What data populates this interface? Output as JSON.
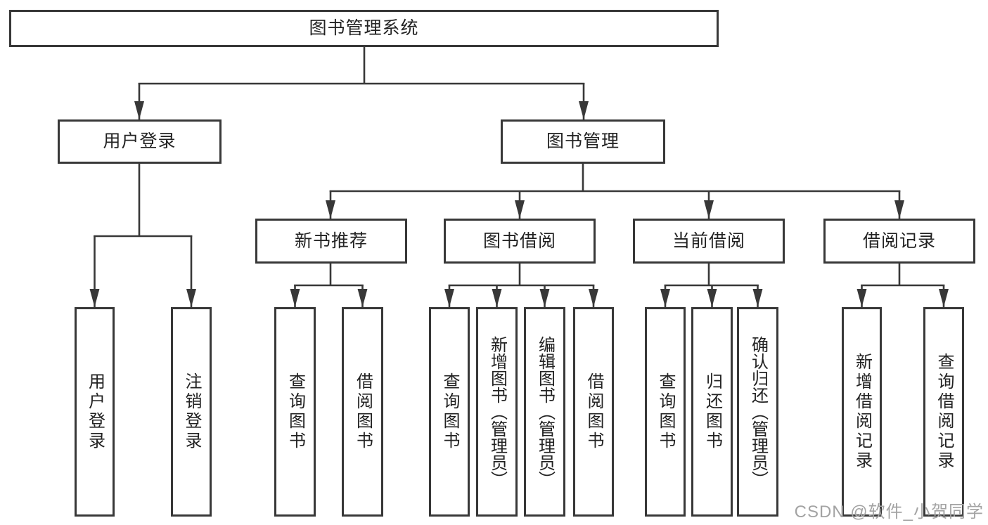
{
  "tree": {
    "root": {
      "label": "图书管理系统",
      "children": [
        {
          "label": "用户登录",
          "children": [
            {
              "label": "用户登录"
            },
            {
              "label": "注销登录"
            }
          ]
        },
        {
          "label": "图书管理",
          "children": [
            {
              "label": "新书推荐",
              "children": [
                {
                  "label": "查询图书"
                },
                {
                  "label": "借阅图书"
                }
              ]
            },
            {
              "label": "图书借阅",
              "children": [
                {
                  "label": "查询图书"
                },
                {
                  "label": "新增图书（管理员）"
                },
                {
                  "label": "编辑图书（管理员）"
                },
                {
                  "label": "借阅图书"
                }
              ]
            },
            {
              "label": "当前借阅",
              "children": [
                {
                  "label": "查询图书"
                },
                {
                  "label": "归还图书"
                },
                {
                  "label": "确认归还（管理员）"
                }
              ]
            },
            {
              "label": "借阅记录",
              "children": [
                {
                  "label": "新增借阅记录"
                },
                {
                  "label": "查询借阅记录"
                }
              ]
            }
          ]
        }
      ]
    }
  },
  "watermark": {
    "text": "CSDN @软件_小贺同学"
  },
  "colors": {
    "line": "#383838",
    "text": "#222222",
    "watermark": "#a3a3a3",
    "background": "#ffffff"
  }
}
